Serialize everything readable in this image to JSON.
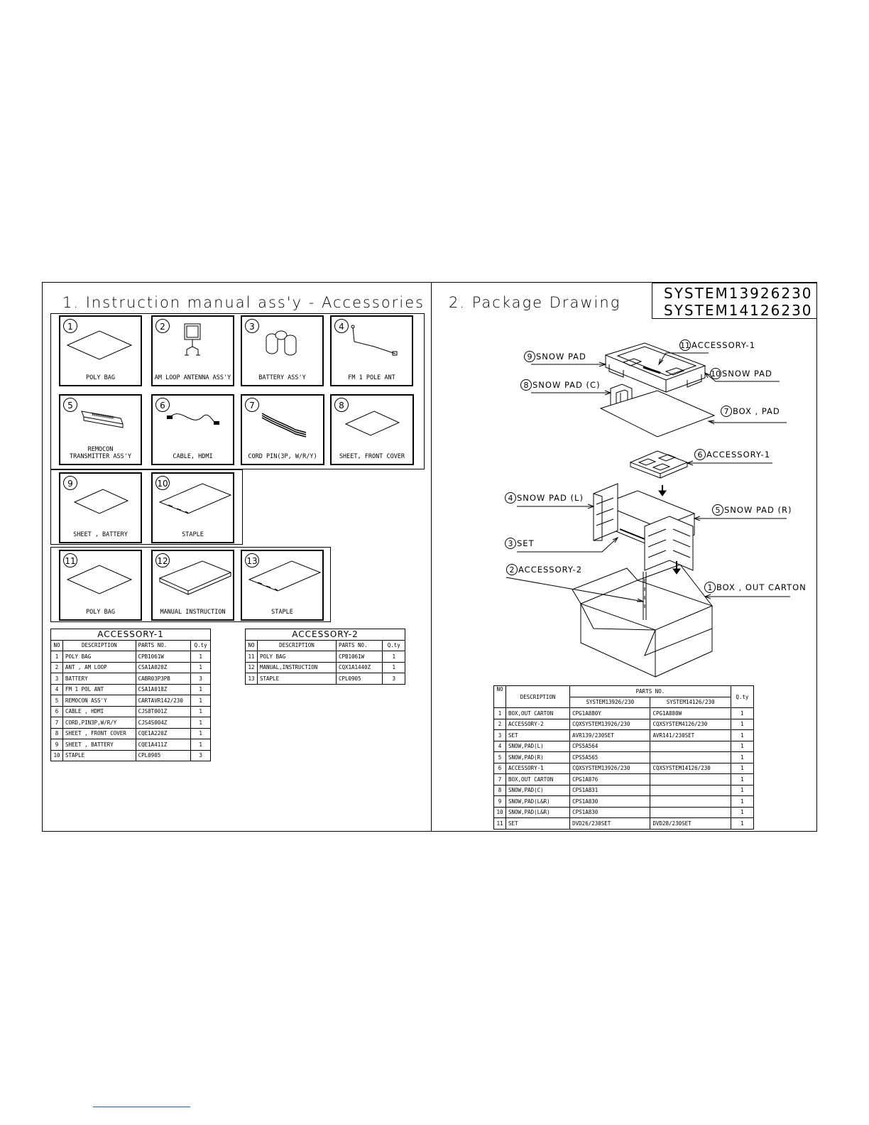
{
  "section1_title": "1. Instruction manual ass'y - Accessories",
  "section2_title": "2. Package Drawing",
  "system_models": [
    "SYSTEM13926230",
    "SYSTEM14126230"
  ],
  "accessory_items": [
    {
      "no": "1",
      "label": "POLY BAG",
      "icon": "poly-bag-icon"
    },
    {
      "no": "2",
      "label": "AM LOOP ANTENNA ASS'Y",
      "icon": "am-loop-antenna-icon"
    },
    {
      "no": "3",
      "label": "BATTERY   ASS'Y",
      "icon": "battery-icon"
    },
    {
      "no": "4",
      "label": "FM 1 POLE ANT",
      "icon": "fm-antenna-icon"
    },
    {
      "no": "5",
      "label": "REMOCON\nTRANSMITTER ASS'Y",
      "icon": "remote-control-icon"
    },
    {
      "no": "6",
      "label": "CABLE, HDMI",
      "icon": "hdmi-cable-icon"
    },
    {
      "no": "7",
      "label": "CORD PIN(3P, W/R/Y)",
      "icon": "pin-cord-icon"
    },
    {
      "no": "8",
      "label": "SHEET, FRONT COVER",
      "icon": "sheet-icon"
    },
    {
      "no": "9",
      "label": "SHEET , BATTERY",
      "icon": "sheet-icon"
    },
    {
      "no": "10",
      "label": "STAPLE",
      "icon": "staple-sheet-icon"
    },
    {
      "no": "11",
      "label": "POLY BAG",
      "icon": "poly-bag-icon"
    },
    {
      "no": "12",
      "label": "MANUAL INSTRUCTION",
      "icon": "manual-book-icon"
    },
    {
      "no": "13",
      "label": "STAPLE",
      "icon": "staple-sheet-icon"
    }
  ],
  "accessory1": {
    "title": "ACCESSORY-1",
    "headers": [
      "NO",
      "DESCRIPTION",
      "PARTS NO.",
      "Q.ty"
    ],
    "rows": [
      [
        "1",
        "POLY BAG",
        "CPB1061W",
        "1"
      ],
      [
        "2",
        "ANT , AM LOOP",
        "CSA1A020Z",
        "1"
      ],
      [
        "3",
        "BATTERY",
        "CABR03P3PB",
        "3"
      ],
      [
        "4",
        "FM 1 POL ANT",
        "CSA1A018Z",
        "1"
      ],
      [
        "5",
        "REMOCON ASS'Y",
        "CARTAVR142/230",
        "1"
      ],
      [
        "6",
        "CABLE , HDMI",
        "CJS8T001Z",
        "1"
      ],
      [
        "7",
        "CORD,PIN3P,W/R/Y",
        "CJS4S004Z",
        "1"
      ],
      [
        "8",
        "SHEET , FRONT COVER",
        "CQE1A220Z",
        "1"
      ],
      [
        "9",
        "SHEET , BATTERY",
        "CQE1A411Z",
        "1"
      ],
      [
        "10",
        "STAPLE",
        "CPL0905",
        "3"
      ]
    ]
  },
  "accessory2": {
    "title": "ACCESSORY-2",
    "headers": [
      "NO",
      "DESCRIPTION",
      "PARTS NO.",
      "Q.ty"
    ],
    "rows": [
      [
        "11",
        "POLY BAG",
        "CPB1061W",
        "1"
      ],
      [
        "12",
        "MANUAL,INSTRUCTION",
        "CQX1A1440Z",
        "1"
      ],
      [
        "13",
        "STAPLE",
        "CPL0905",
        "3"
      ]
    ]
  },
  "callouts": [
    {
      "no": "9",
      "label": "SNOW PAD"
    },
    {
      "no": "11",
      "label": "ACCESSORY-1"
    },
    {
      "no": "10",
      "label": "SNOW PAD"
    },
    {
      "no": "8",
      "label": "SNOW PAD (C)"
    },
    {
      "no": "7",
      "label": "BOX , PAD"
    },
    {
      "no": "6",
      "label": "ACCESSORY-1"
    },
    {
      "no": "4",
      "label": "SNOW PAD (L)"
    },
    {
      "no": "5",
      "label": "SNOW PAD (R)"
    },
    {
      "no": "3",
      "label": "SET"
    },
    {
      "no": "2",
      "label": "ACCESSORY-2"
    },
    {
      "no": "1",
      "label": "BOX , OUT CARTON"
    }
  ],
  "package_table": {
    "headers": {
      "no": "NO",
      "desc": "DESCRIPTION",
      "parts": "PARTS NO.",
      "model1": "SYSTEM13926/230",
      "model2": "SYSTEM14126/230",
      "qty": "Q.ty"
    },
    "rows": [
      [
        "1",
        "BOX,OUT CARTON",
        "CPG1A880Y",
        "CPG1A880W",
        "1"
      ],
      [
        "2",
        "ACCESSORY-2",
        "CQXSYSTEM13926/230",
        "CQXSYSTEM4126/230",
        "1"
      ],
      [
        "3",
        "SET",
        "AVR139/230SET",
        "AVR141/230SET",
        "1"
      ],
      [
        "4",
        "SNOW,PAD(L)",
        "CPS5A564",
        "",
        "1"
      ],
      [
        "5",
        "SNOW,PAD(R)",
        "CPS5A565",
        "",
        "1"
      ],
      [
        "6",
        "ACCESSORY-1",
        "CQXSYSTEM13926/230",
        "CQXSYSTEM14126/230",
        "1"
      ],
      [
        "7",
        "BOX,OUT CARTON",
        "CPG1A876",
        "",
        "1"
      ],
      [
        "8",
        "SNOW,PAD(C)",
        "CPS1A831",
        "",
        "1"
      ],
      [
        "9",
        "SNOW,PAD(L&R)",
        "CPS1A830",
        "",
        "1"
      ],
      [
        "10",
        "SNOW,PAD(L&R)",
        "CPS1A830",
        "",
        "1"
      ],
      [
        "11",
        "SET",
        "DVD26/230SET",
        "DVD28/230SET",
        "1"
      ]
    ]
  }
}
